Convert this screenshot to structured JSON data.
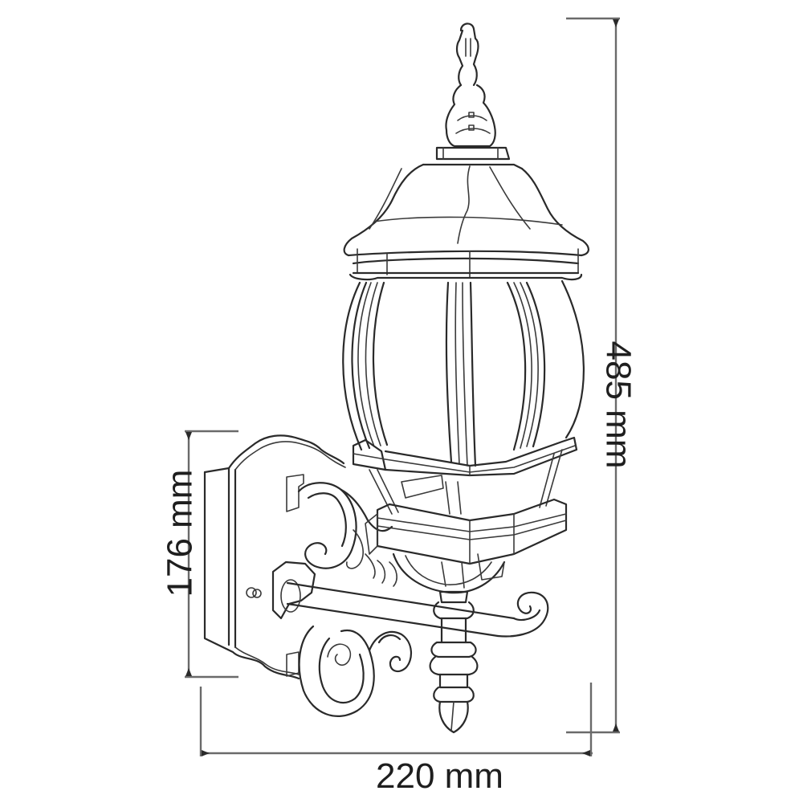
{
  "diagram": {
    "subject": "lantern-wall-light",
    "dimensions": {
      "height": {
        "label": "485 mm",
        "value": 485,
        "unit": "mm"
      },
      "backplate_height": {
        "label": "176 mm",
        "value": 176,
        "unit": "mm"
      },
      "projection": {
        "label": "220 mm",
        "value": 220,
        "unit": "mm"
      }
    },
    "colors": {
      "line": "#2a2a2a",
      "dimension_line": "#6a6a6a",
      "background": "#ffffff"
    }
  }
}
